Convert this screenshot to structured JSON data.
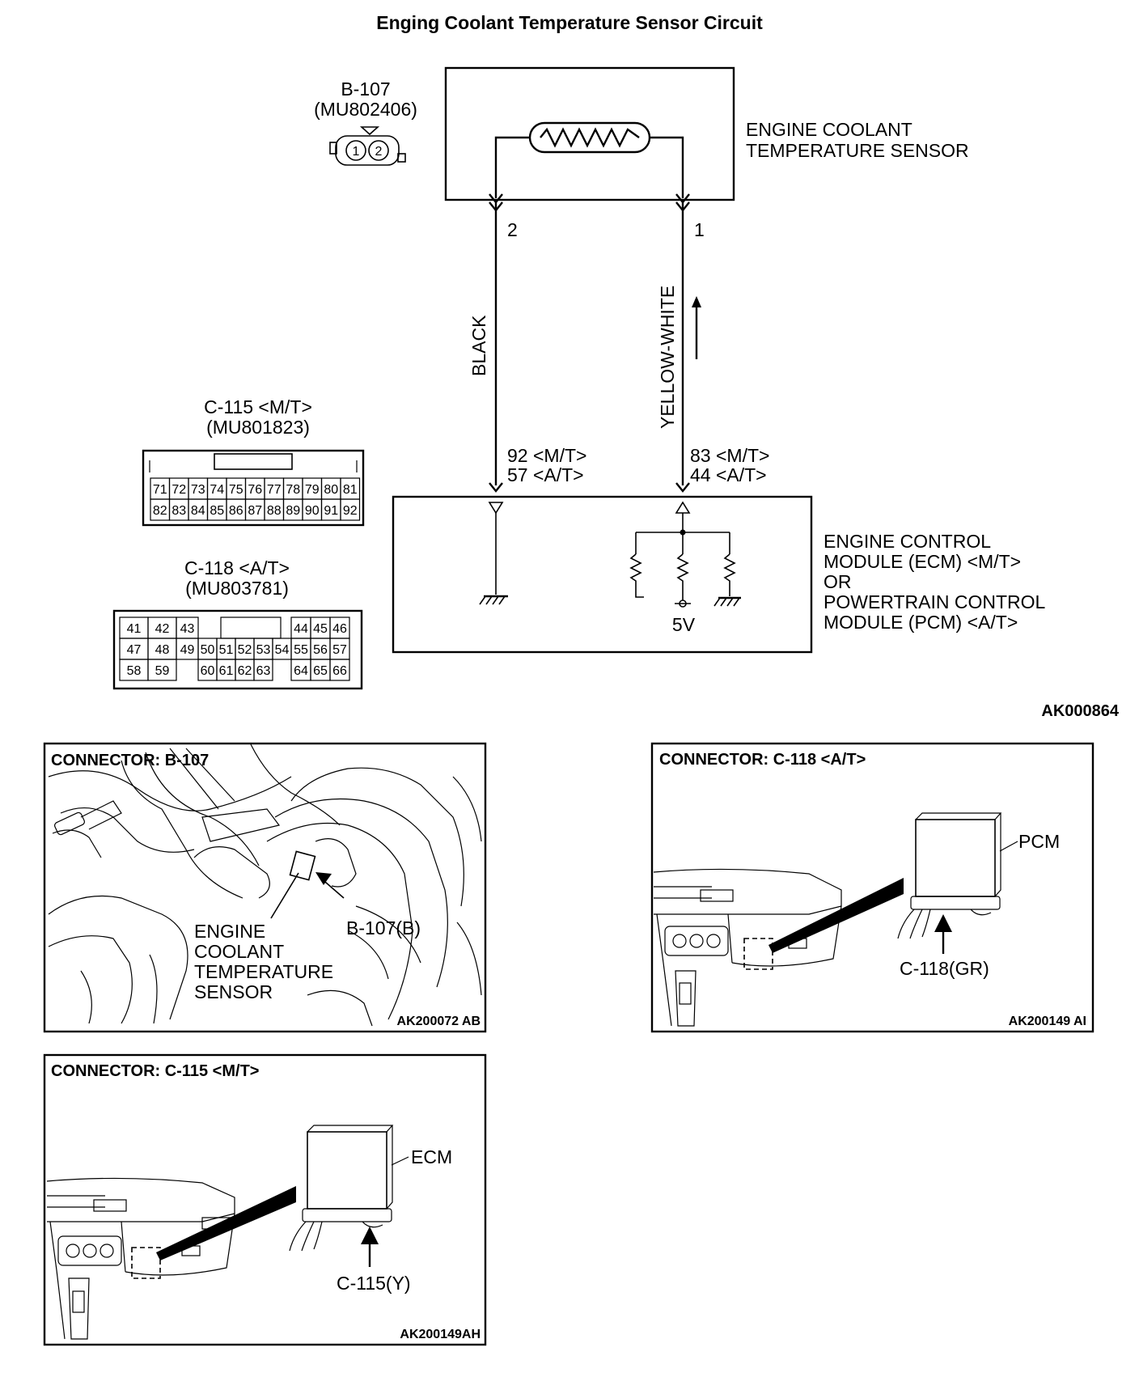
{
  "title": "Enging Coolant Temperature Sensor Circuit",
  "sensor": {
    "connector_id": "B-107",
    "part_no": "(MU802406)",
    "pins": [
      "1",
      "2"
    ],
    "name_line1": "ENGINE COOLANT",
    "name_line2": "TEMPERATURE SENSOR"
  },
  "wires": {
    "left": {
      "pin": "2",
      "color": "BLACK",
      "ecm_pin1": "92 <M/T>",
      "ecm_pin2": "57 <A/T>"
    },
    "right": {
      "pin": "1",
      "color": "YELLOW-WHITE",
      "ecm_pin1": "83 <M/T>",
      "ecm_pin2": "44 <A/T>"
    }
  },
  "ecm": {
    "line1": "ENGINE CONTROL",
    "line2": "MODULE (ECM) <M/T>",
    "line3": "OR",
    "line4": "POWERTRAIN CONTROL",
    "line5": "MODULE (PCM) <A/T>",
    "voltage": "5V"
  },
  "c115": {
    "name": "C-115 <M/T>",
    "part_no": "(MU801823)",
    "row1": [
      "71",
      "72",
      "73",
      "74",
      "75",
      "76",
      "77",
      "78",
      "79",
      "80",
      "81"
    ],
    "row2": [
      "82",
      "83",
      "84",
      "85",
      "86",
      "87",
      "88",
      "89",
      "90",
      "91",
      "92"
    ]
  },
  "c118": {
    "name": "C-118 <A/T>",
    "part_no": "(MU803781)",
    "row1": [
      "41",
      "42",
      "43",
      "",
      "",
      "",
      "",
      "",
      "44",
      "45",
      "46"
    ],
    "row2": [
      "47",
      "48",
      "49",
      "50",
      "51",
      "52",
      "53",
      "54",
      "55",
      "56",
      "57"
    ],
    "row3": [
      "58",
      "59",
      "",
      "60",
      "61",
      "62",
      "63",
      "",
      "64",
      "65",
      "66"
    ]
  },
  "diagram_code": "AK000864",
  "panels": {
    "b107": {
      "header": "CONNECTOR: B-107",
      "callout": "B-107(B)",
      "label1": "ENGINE",
      "label2": "COOLANT",
      "label3": "TEMPERATURE",
      "label4": "SENSOR",
      "code": "AK200072 AB"
    },
    "c118": {
      "header": "CONNECTOR: C-118 <A/T>",
      "module": "PCM",
      "callout": "C-118(GR)",
      "code": "AK200149 AI"
    },
    "c115": {
      "header": "CONNECTOR: C-115 <M/T>",
      "module": "ECM",
      "callout": "C-115(Y)",
      "code": "AK200149AH"
    }
  }
}
